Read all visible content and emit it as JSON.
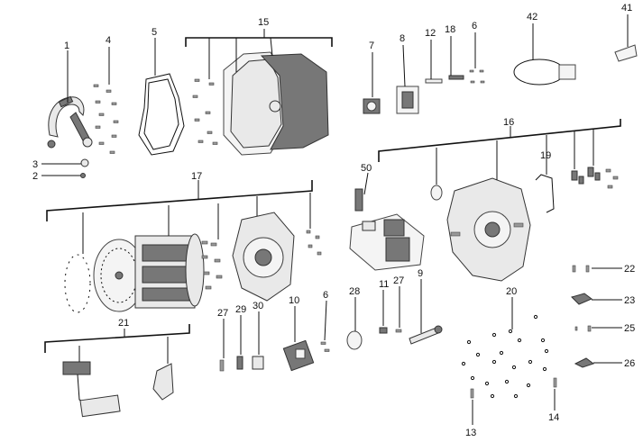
{
  "callouts": {
    "c1": "1",
    "c2": "2",
    "c3": "3",
    "c4": "4",
    "c5": "5",
    "c6a": "6",
    "c6b": "6",
    "c7": "7",
    "c8": "8",
    "c9": "9",
    "c10": "10",
    "c11": "11",
    "c12": "12",
    "c13": "13",
    "c14": "14",
    "c15": "15",
    "c16": "16",
    "c17": "17",
    "c18": "18",
    "c19": "19",
    "c20": "20",
    "c21": "21",
    "c22": "22",
    "c23": "23",
    "c25": "25",
    "c26": "26",
    "c27a": "27",
    "c27b": "27",
    "c28": "28",
    "c29": "29",
    "c30": "30",
    "c41": "41",
    "c42": "42",
    "c50": "50"
  }
}
